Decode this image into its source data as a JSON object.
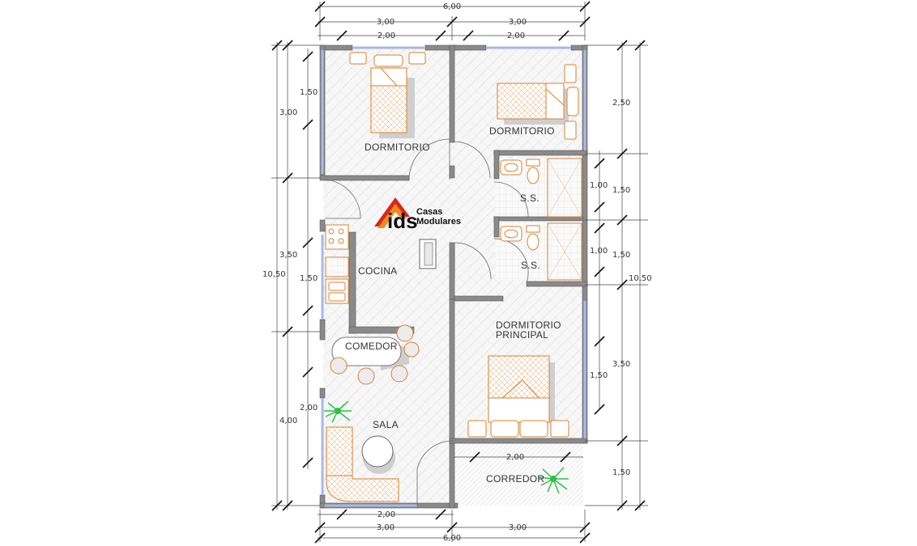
{
  "logo": {
    "mark": "ids",
    "line1": "Casas",
    "line2": "Modulares",
    "colors": {
      "red": "#d9261c",
      "orange": "#f08a1c",
      "text": "#111111"
    }
  },
  "rooms": {
    "dorm_left": "DORMITORIO",
    "dorm_right": "DORMITORIO",
    "ss_top": "S.S.",
    "ss_bottom": "S.S.",
    "cocina": "COCINA",
    "comedor": "COMEDOR",
    "principal_1": "DORMITORIO",
    "principal_2": "PRINCIPAL",
    "sala": "SALA",
    "corredor": "CORREDOR"
  },
  "dims": {
    "top_total": "6,00",
    "top_left": "3,00",
    "top_right": "3,00",
    "top_inner_left": "2,00",
    "top_inner_right": "2,00",
    "bottom_total": "6,00",
    "bottom_left": "3,00",
    "bottom_right": "3,00",
    "bottom_inner": "2,00",
    "left_total": "10,50",
    "left_1": "3,00",
    "left_2": "3,50",
    "left_3": "4,00",
    "left_in_1": "1,50",
    "left_in_2": "1,50",
    "left_in_3": "2,00",
    "right_total": "10,50",
    "right_1": "2,50",
    "right_2": "1,50",
    "right_3": "1,50",
    "right_4": "3,50",
    "right_5": "1,50",
    "right_in_1": "1,00",
    "right_in_2": "1,00",
    "right_in_3": "1,50",
    "corredor_width": "2,00"
  },
  "colors": {
    "wall": "#8a8a8a",
    "furniture": "#d9822b",
    "plant": "#2fbf4a"
  }
}
